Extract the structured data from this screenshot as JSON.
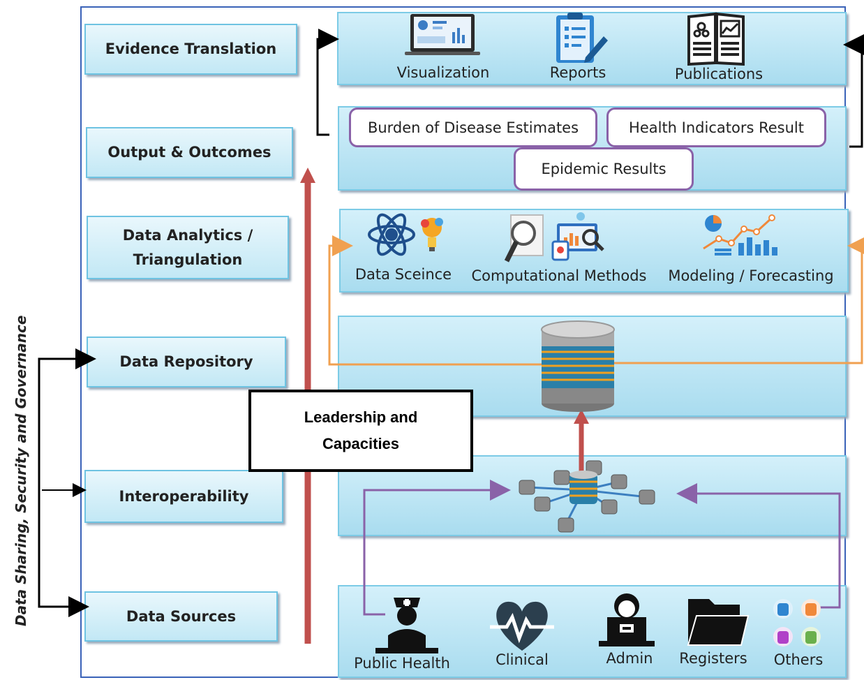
{
  "side_label": "Data Sharing, Security and Governance",
  "layers": {
    "evidence_translation": "Evidence Translation",
    "output_outcomes": "Output & Outcomes",
    "data_analytics_line1": "Data Analytics /",
    "data_analytics_line2": "Triangulation",
    "data_repository": "Data Repository",
    "interoperability": "Interoperability",
    "data_sources": "Data Sources"
  },
  "evidence": {
    "visualization": "Visualization",
    "reports": "Reports",
    "publications": "Publications"
  },
  "outputs": {
    "burden": "Burden of Disease Estimates",
    "health_indicators": "Health Indicators Result",
    "epidemic": "Epidemic Results"
  },
  "analytics": {
    "data_science": "Data Sceince",
    "computational": "Computational Methods",
    "modeling": "Modeling / Forecasting"
  },
  "leadership": {
    "line1": "Leadership and",
    "line2": "Capacities"
  },
  "sources": {
    "public_health": "Public Health",
    "clinical": "Clinical",
    "admin": "Admin",
    "registers": "Registers",
    "others": "Others"
  },
  "colors": {
    "frame": "#3a62b8",
    "red_arrow": "#c0504d",
    "orange_arrow": "#f0a050",
    "purple_arrow": "#8a62a8",
    "layer_fill": "#c2e8f5"
  },
  "icons": [
    "monitor-chart-icon",
    "clipboard-pencil-icon",
    "book-icon",
    "atom-icon",
    "magnifier-chart-icon",
    "line-bar-chart-icon",
    "database-stack-icon",
    "network-databases-icon",
    "nurse-icon",
    "heart-pulse-icon",
    "admin-laptop-icon",
    "folder-icon",
    "small-databases-icon"
  ]
}
